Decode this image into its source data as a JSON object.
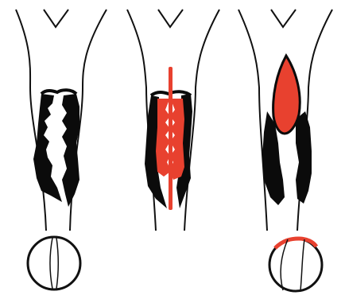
{
  "colors": {
    "outline": "#111111",
    "fill_dark": "#0b0b0b",
    "accent_red": "#e8412f",
    "background": "#ffffff"
  },
  "panels": [
    {
      "id": "left",
      "shows_incision": false,
      "shows_excision": false,
      "has_circle_view": true
    },
    {
      "id": "middle",
      "shows_incision": true,
      "shows_excision": false,
      "has_circle_view": false
    },
    {
      "id": "right",
      "shows_incision": false,
      "shows_excision": true,
      "has_circle_view": true
    }
  ]
}
